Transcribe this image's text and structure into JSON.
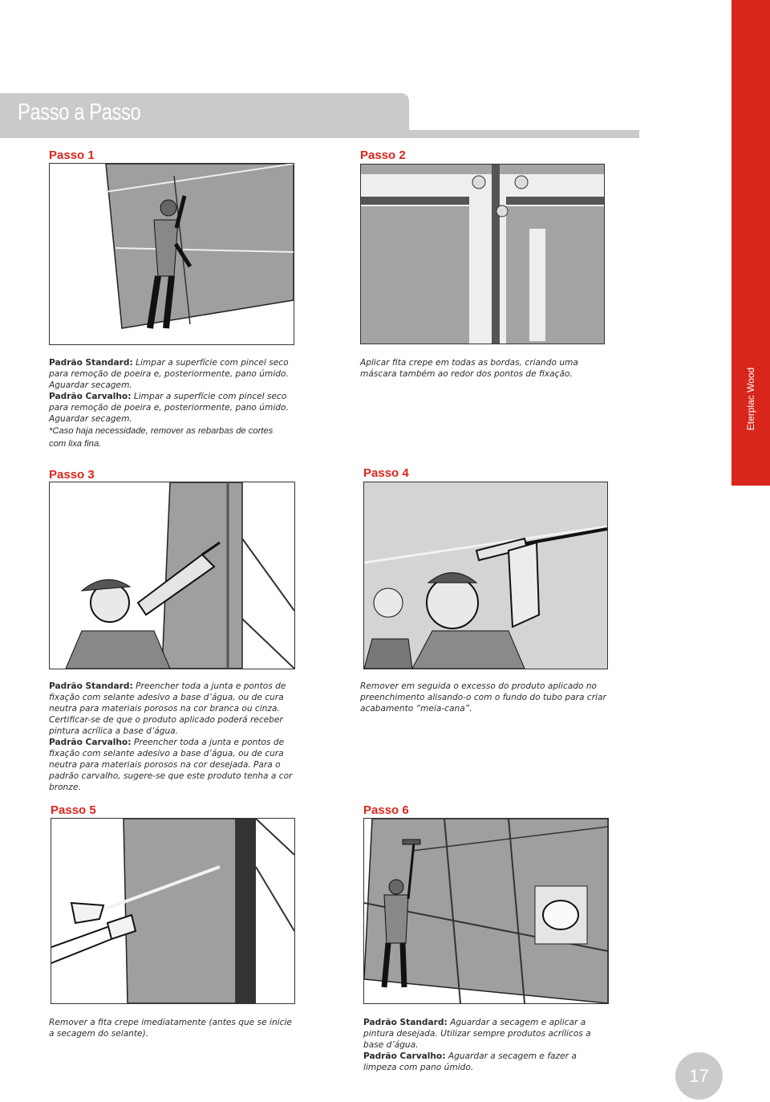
{
  "header": {
    "title": "Passo a Passo"
  },
  "side_tab": {
    "label": "Eterplac Wood"
  },
  "steps": [
    {
      "title": "Passo 1",
      "paragraphs": [
        {
          "label": "Padrão Standard:",
          "text": " Limpar a superfície com pincel seco para remoção de poeira e, posteriormente, pano úmido. Aguardar secagem."
        },
        {
          "label": "Padrão Carvalho:",
          "text": " Limpar a superfície com pincel seco para remoção de poeira e, posteriormente, pano úmido. Aguardar secagem."
        }
      ],
      "note": "*Caso haja necessidade, remover as rebarbas de cortes com lixa fina."
    },
    {
      "title": "Passo 2",
      "text": "Aplicar fita crepe em todas as bordas, criando uma máscara também ao redor dos pontos de fixação."
    },
    {
      "title": "Passo 3",
      "paragraphs": [
        {
          "label": "Padrão Standard:",
          "text": " Preencher toda a junta e pontos de fixação com selante adesivo a base d’água, ou de cura neutra para materiais porosos na cor branca ou cinza. Certificar-se de que o produto aplicado poderá receber pintura acrílica a base d’água."
        },
        {
          "label": "Padrão Carvalho:",
          "text": " Preencher toda a junta e pontos de fixação com selante adesivo a base d’água, ou de cura neutra para materiais porosos na cor desejada. Para o padrão carvalho, sugere-se que este produto tenha a cor bronze."
        }
      ]
    },
    {
      "title": "Passo 4",
      "text": "Remover em seguida o excesso do produto aplicado no preenchimento alisando-o com o fundo do tubo para criar acabamento “meia-cana”."
    },
    {
      "title": "Passo 5",
      "text": "Remover a fita crepe imediatamente (antes que se inicie a secagem do selante)."
    },
    {
      "title": "Passo 6",
      "paragraphs": [
        {
          "label": "Padrão Standard:",
          "text": " Aguardar a secagem e aplicar a pintura desejada. Utilizar sempre produtos acrílicos a base d’água."
        },
        {
          "label": "Padrão Carvalho:",
          "text": " Aguardar a secagem e fazer a limpeza com pano úmido."
        }
      ]
    }
  ],
  "page_number": "17",
  "colors": {
    "accent": "#d9261c",
    "header_gray": "#c9cacc",
    "panel_gray": "#9d9fa1"
  }
}
